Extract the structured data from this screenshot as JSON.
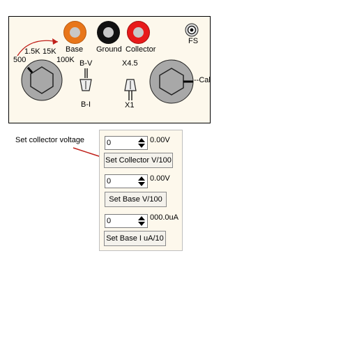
{
  "panel": {
    "knob_labels": {
      "k500": "500",
      "k1_5k": "1.5K",
      "k15k": "15K",
      "k100k": "100K"
    },
    "jacks": {
      "base": "Base",
      "ground": "Ground",
      "collector": "Collector",
      "fs": "FS"
    },
    "switch_bv_bi": {
      "top": "B-V",
      "bottom": "B-I"
    },
    "switch_range": {
      "top": "X4.5",
      "bottom": "X1"
    },
    "cal_label": "--Cal",
    "colors": {
      "base_jack": "#e8761a",
      "ground_jack": "#111111",
      "collector_jack": "#e81a1a",
      "panel_bg": "#fdf8ec"
    }
  },
  "annotation": {
    "text": "Set collector voltage",
    "arrow_color": "#c0201a"
  },
  "controls": {
    "collector": {
      "value": "0",
      "readout": "0.00V",
      "button": "Set Collector V/100"
    },
    "base_v": {
      "value": "0",
      "readout": "0.00V",
      "button": "Set Base V/100"
    },
    "base_i": {
      "value": "0",
      "readout": "000.0uA",
      "button": "Set Base I uA/10"
    }
  }
}
